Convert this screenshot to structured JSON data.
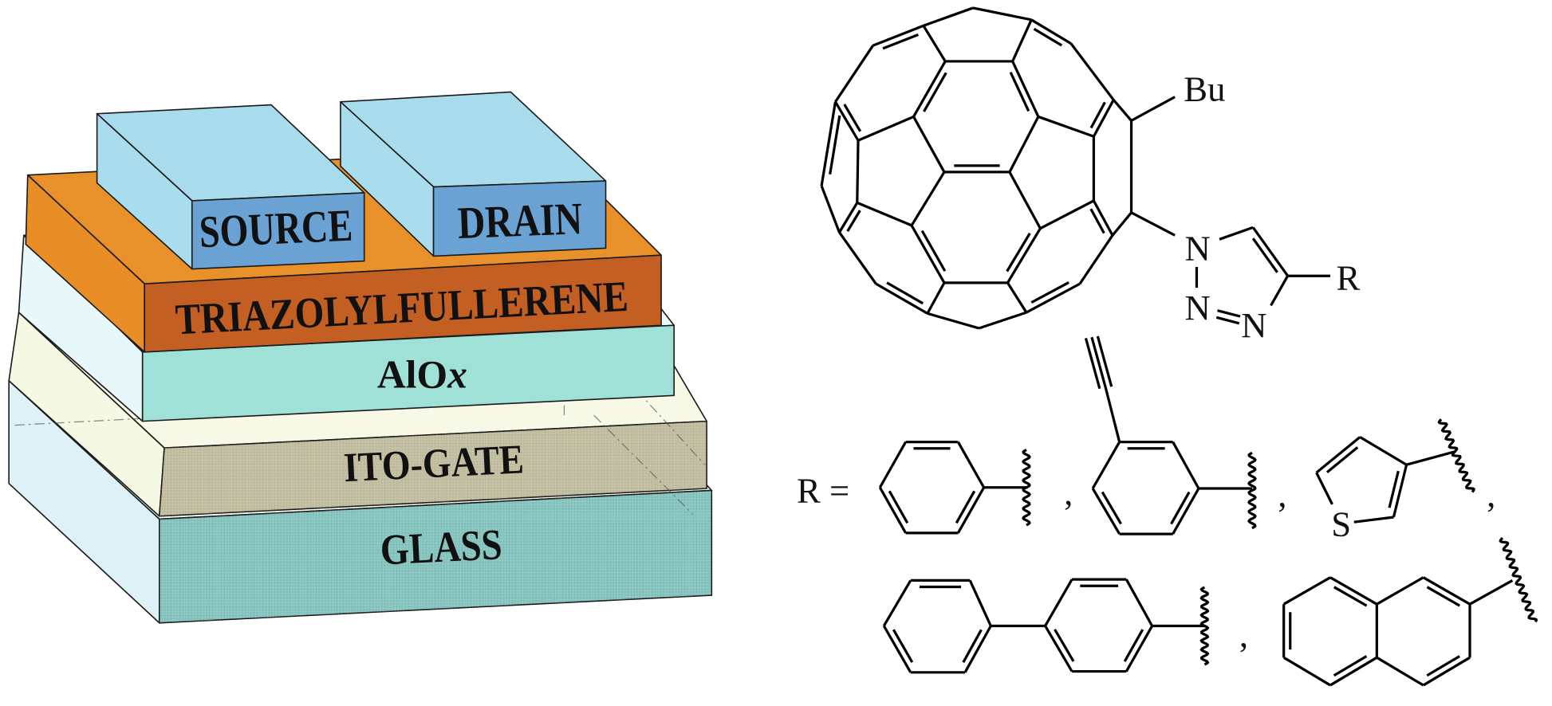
{
  "device": {
    "source": "SOURCE",
    "drain": "DRAIN",
    "active_layer": "TRIAZOLYLFULLERENE",
    "dielectric_base": "AlO",
    "dielectric_sub": "x",
    "gate": "ITO-GATE",
    "substrate": "GLASS",
    "colors": {
      "electrode_top": "#a8dcec",
      "electrode_front": "#6aa2d4",
      "active_top": "#e8912a",
      "active_front": "#c35f22",
      "dielectric_front": "#9fe1d7",
      "gate_front": "#bdb99b",
      "glass_front": "#80c0bb"
    }
  },
  "molecule": {
    "substituent_bu": "Bu",
    "triazole_n1": "N",
    "triazole_n2": "N",
    "triazole_n3": "N",
    "substituent_r": "R",
    "r_definition": "R =",
    "thiophene_s": "S",
    "separators": [
      ",",
      ",",
      ",",
      ","
    ]
  }
}
